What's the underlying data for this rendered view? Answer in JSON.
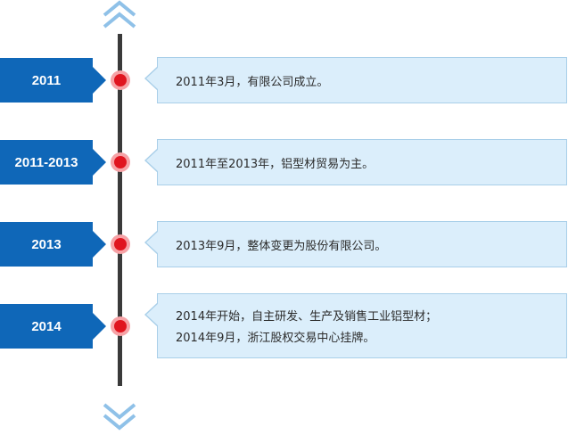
{
  "timeline": [
    {
      "year": "2011",
      "lines": [
        "2011年3月，有限公司成立。"
      ]
    },
    {
      "year": "2011-2013",
      "lines": [
        "2011年至2013年，铝型材贸易为主。"
      ]
    },
    {
      "year": "2013",
      "lines": [
        "2013年9月，整体变更为股份有限公司。"
      ]
    },
    {
      "year": "2014",
      "lines": [
        "2014年开始，自主研发、生产及销售工业铝型材；",
        "2014年9月，浙江股权交易中心挂牌。"
      ]
    }
  ],
  "colors": {
    "year_badge": "#0f67b8",
    "line": "#3a3a3a",
    "dot": "#e0151f",
    "dot_halo": "#f6a2a6",
    "card_bg": "#dbeefb",
    "card_border": "#a9cfe9",
    "chevron": "#8fc1e8"
  },
  "icons": {
    "scroll_up": "chevron-double-up-icon",
    "scroll_down": "chevron-double-down-icon"
  }
}
